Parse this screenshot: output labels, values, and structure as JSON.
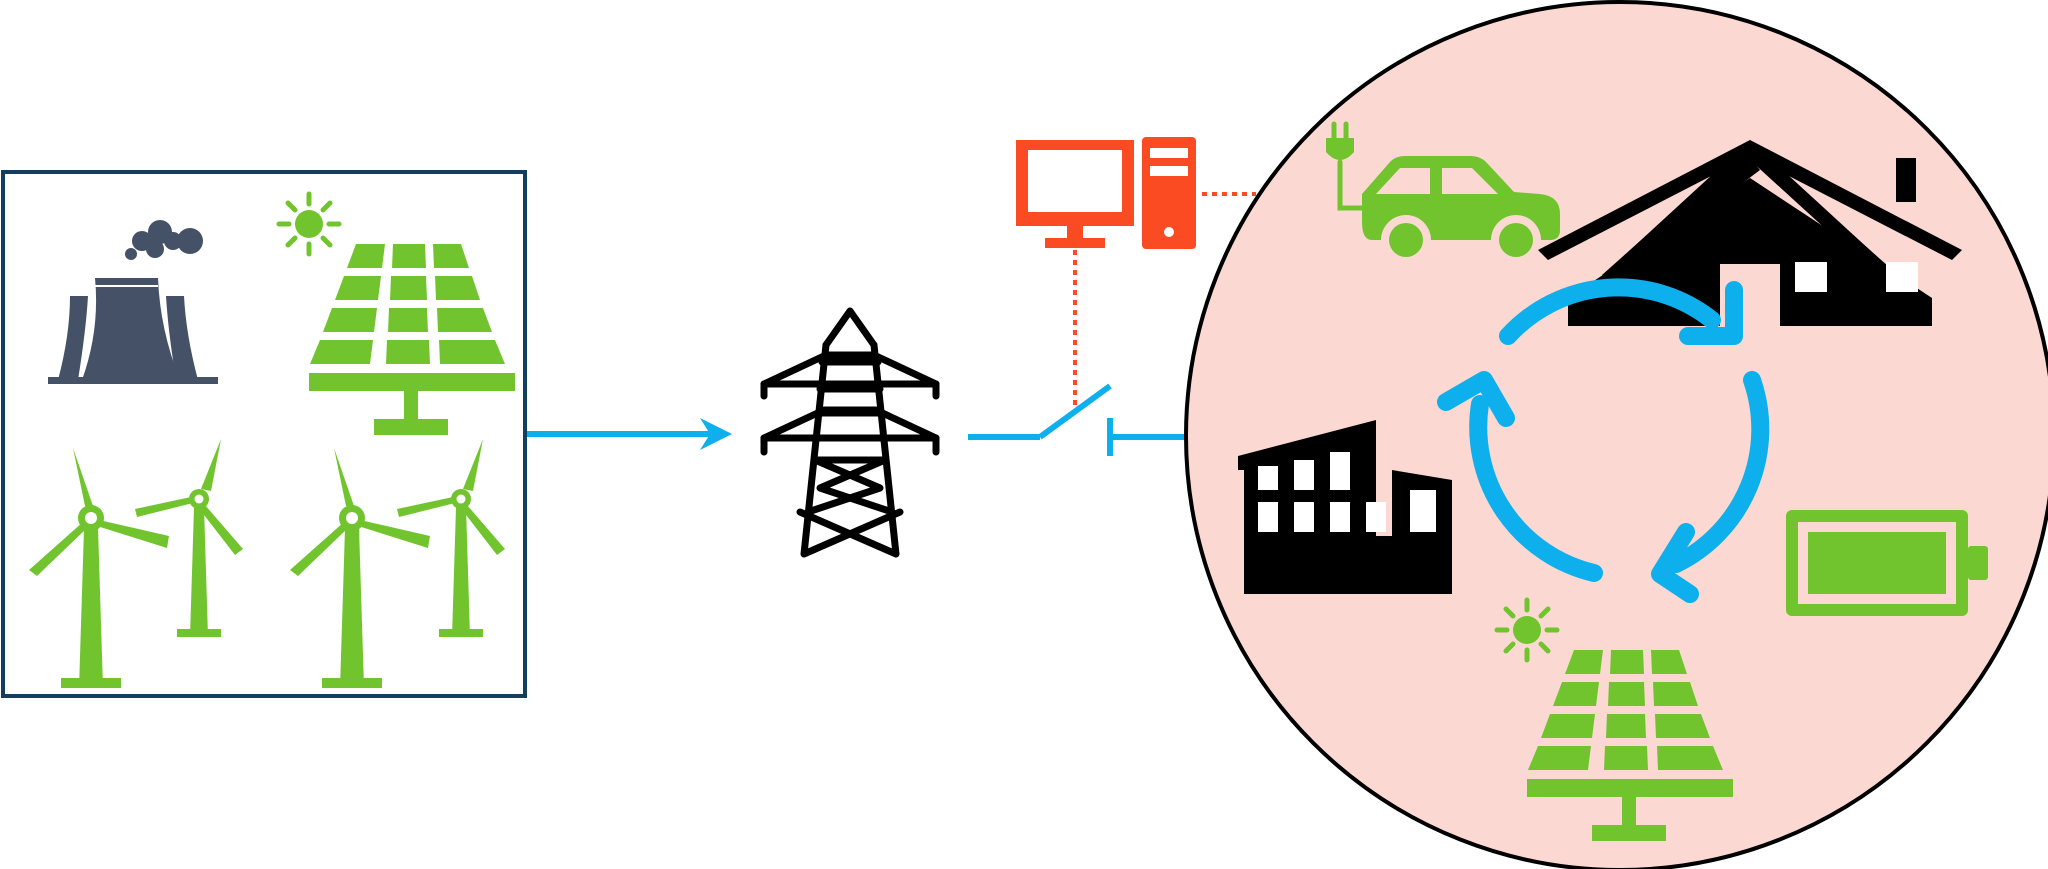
{
  "colors": {
    "green": "#71c42d",
    "blue": "#0db0ed",
    "red": "#fa4b23",
    "navy": "#123f5f",
    "slate": "#455166",
    "black": "#000000",
    "microgrid_fill": "#fcd8d3"
  },
  "nodes": {
    "generation_box": {
      "icons": [
        "power-plant-icon",
        "solar-panel-icon",
        "wind-turbine-icon",
        "wind-turbine-icon",
        "wind-turbine-icon",
        "wind-turbine-icon"
      ]
    },
    "transmission": {
      "icons": [
        "transmission-tower-icon"
      ]
    },
    "control": {
      "icons": [
        "computer-monitor-icon",
        "computer-tower-icon"
      ]
    },
    "switch": {
      "icons": [
        "open-switch-icon"
      ]
    },
    "microgrid": {
      "icons": [
        "electric-car-icon",
        "house-icon",
        "factory-icon",
        "battery-icon",
        "solar-panel-icon",
        "energy-cycle-arrows-icon"
      ]
    }
  },
  "edges": [
    {
      "from": "generation_box",
      "to": "transmission",
      "style": "solid-arrow",
      "color": "blue"
    },
    {
      "from": "transmission",
      "to": "microgrid",
      "style": "solid-line-with-switch",
      "color": "blue"
    },
    {
      "from": "control",
      "to": "switch",
      "style": "dotted",
      "color": "red"
    },
    {
      "from": "control",
      "to": "microgrid",
      "style": "dotted",
      "color": "red"
    }
  ]
}
